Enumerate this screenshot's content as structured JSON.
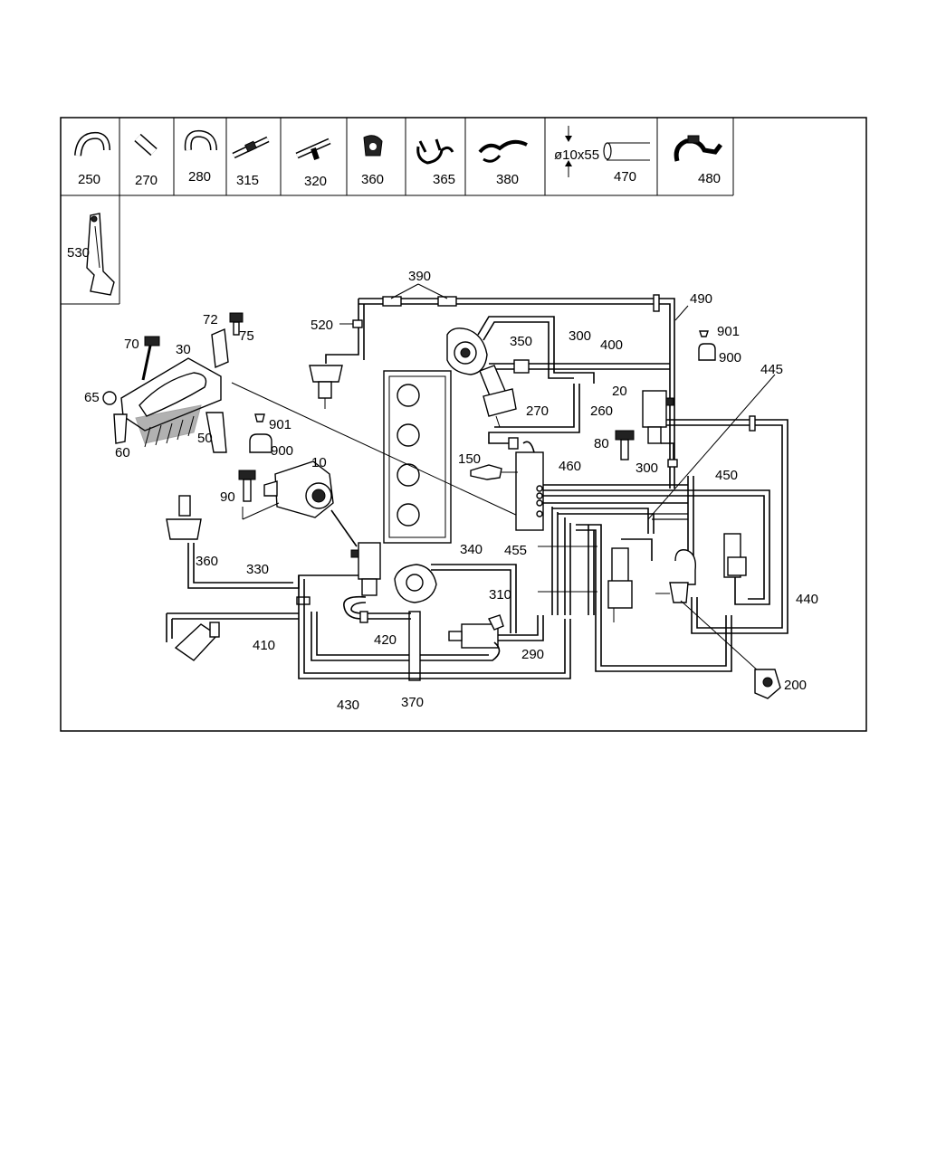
{
  "legend_row1": [
    {
      "id": "250",
      "label": "250"
    },
    {
      "id": "270",
      "label": "270"
    },
    {
      "id": "280",
      "label": "280"
    },
    {
      "id": "315",
      "label": "315"
    },
    {
      "id": "320",
      "label": "320"
    },
    {
      "id": "360",
      "label": "360"
    },
    {
      "id": "365",
      "label": "365"
    },
    {
      "id": "380",
      "label": "380"
    },
    {
      "id": "470",
      "label": "470",
      "dimension": "ø10x55"
    },
    {
      "id": "480",
      "label": "480"
    }
  ],
  "legend_row2": [
    {
      "id": "530",
      "label": "530"
    }
  ],
  "callouts": {
    "c10": "10",
    "c20": "20",
    "c30": "30",
    "c50": "50",
    "c60": "60",
    "c65": "65",
    "c70": "70",
    "c72": "72",
    "c75": "75",
    "c80": "80",
    "c90": "90",
    "c150": "150",
    "c200": "200",
    "c260": "260",
    "c270": "270",
    "c290": "290",
    "c300a": "300",
    "c300b": "300",
    "c310": "310",
    "c330": "330",
    "c340": "340",
    "c350": "350",
    "c360": "360",
    "c370": "370",
    "c390": "390",
    "c400": "400",
    "c410": "410",
    "c420": "420",
    "c430": "430",
    "c440": "440",
    "c445": "445",
    "c450": "450",
    "c455": "455",
    "c460": "460",
    "c490": "490",
    "c520": "520",
    "c900a": "900",
    "c901a": "901",
    "c900b": "900",
    "c901b": "901"
  }
}
